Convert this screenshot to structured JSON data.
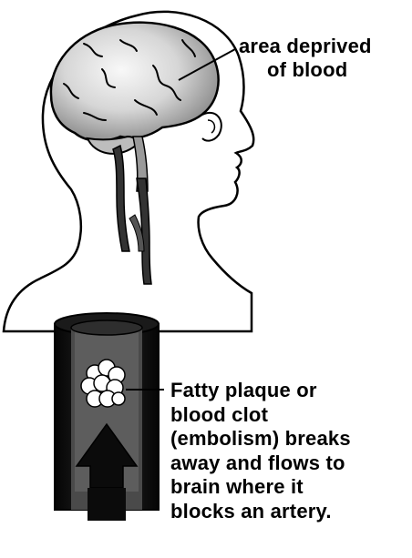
{
  "labels": {
    "area_deprived": [
      "area deprived",
      "of blood"
    ],
    "plaque": [
      "Fatty plaque or",
      "blood clot",
      "(embolism) breaks",
      "away and flows to",
      "brain where it",
      "blocks an artery."
    ]
  },
  "colors": {
    "ink": "#000000",
    "brain_fill": "#d8d8d8",
    "brain_highlight": "#f2f2f2",
    "brain_shadow": "#9a9a9a",
    "artery_wall": "#111111",
    "clot_fill": "#ffffff"
  }
}
